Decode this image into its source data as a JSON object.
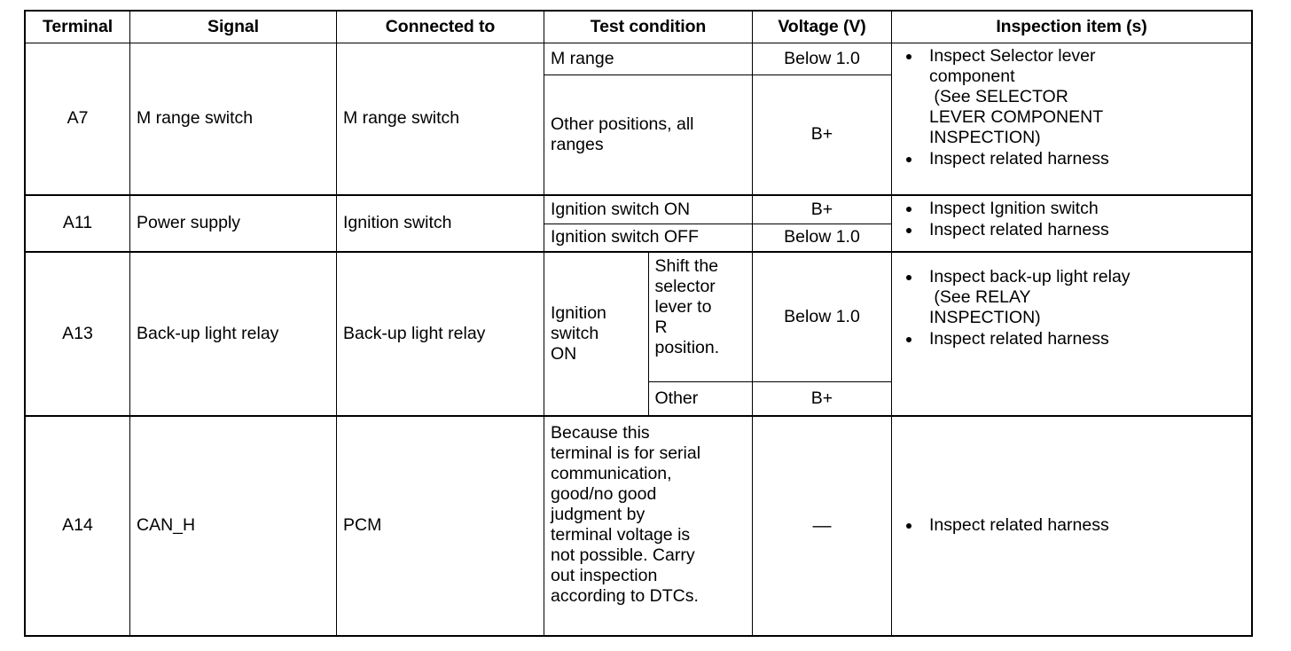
{
  "table": {
    "columns": [
      {
        "key": "terminal",
        "label": "Terminal"
      },
      {
        "key": "signal",
        "label": "Signal"
      },
      {
        "key": "connected_to",
        "label": "Connected to"
      },
      {
        "key": "test_condition",
        "label": "Test condition"
      },
      {
        "key": "voltage",
        "label": "Voltage (V)"
      },
      {
        "key": "inspection",
        "label": "Inspection item (s)"
      }
    ],
    "rows": [
      {
        "terminal": "A7",
        "signal": "M range switch",
        "connected_to": "M range switch",
        "conditions": [
          {
            "test_condition": "M range",
            "voltage": "Below 1.0"
          },
          {
            "test_condition": "Other positions, all ranges",
            "voltage": "B+"
          }
        ],
        "inspection": [
          {
            "lines": [
              "Inspect Selector lever",
              "component",
              " (See SELECTOR",
              "LEVER COMPONENT",
              "INSPECTION)"
            ]
          },
          {
            "lines": [
              "Inspect related harness"
            ]
          }
        ]
      },
      {
        "terminal": "A11",
        "signal": "Power supply",
        "connected_to": "Ignition switch",
        "conditions": [
          {
            "test_condition": "Ignition switch ON",
            "voltage": "B+"
          },
          {
            "test_condition": "Ignition switch OFF",
            "voltage": "Below 1.0"
          }
        ],
        "inspection": [
          {
            "lines": [
              "Inspect Ignition switch"
            ]
          },
          {
            "lines": [
              "Inspect related harness"
            ]
          }
        ]
      },
      {
        "terminal": "A13",
        "signal": "Back-up light relay",
        "connected_to": "Back-up light relay",
        "condition_group_label": "Ignition\nswitch\nON",
        "conditions": [
          {
            "test_condition": "Shift the\nselector\nlever to\nR\nposition.",
            "voltage": "Below 1.0"
          },
          {
            "test_condition": "Other",
            "voltage": "B+"
          }
        ],
        "inspection": [
          {
            "lines": [
              "Inspect back-up light relay",
              " (See RELAY",
              "INSPECTION)"
            ]
          },
          {
            "lines": [
              "Inspect related harness"
            ]
          }
        ]
      },
      {
        "terminal": "A14",
        "signal": "CAN_H",
        "connected_to": "PCM",
        "conditions": [
          {
            "test_condition": "Because this\nterminal is for serial\ncommunication,\ngood/no good\njudgment by\nterminal voltage is\nnot possible. Carry\nout inspection\naccording to DTCs.",
            "voltage": "—"
          }
        ],
        "inspection": [
          {
            "lines": [
              "Inspect related harness"
            ]
          }
        ]
      }
    ]
  }
}
